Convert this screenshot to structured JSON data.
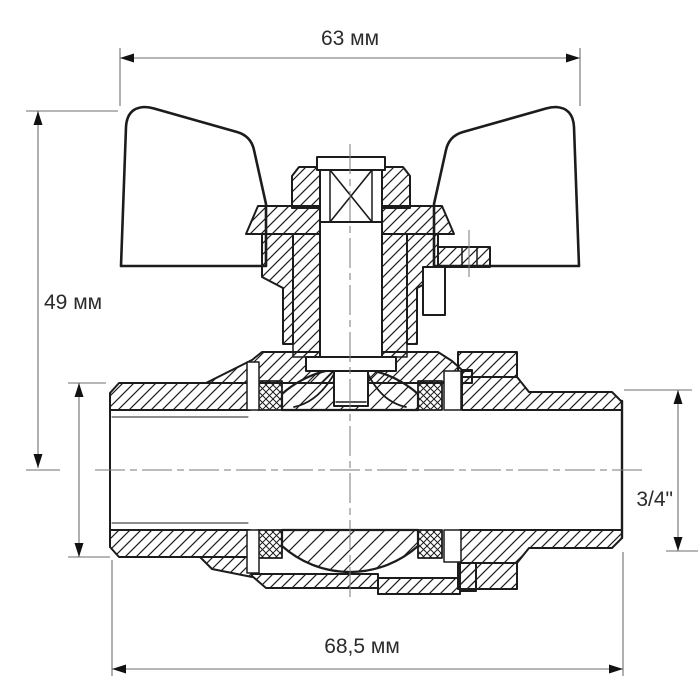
{
  "drawing": {
    "subject": "ball-valve-cross-section-technical-drawing",
    "dimensions": {
      "top_width": "63 мм",
      "left_height": "49 мм",
      "right_thread_size": "3/4\"",
      "bottom_length": "68,5 мм"
    },
    "colors": {
      "outline": "#1c1c1c",
      "hatch": "#1c1c1c",
      "dimension_line": "#6e6e6e",
      "text": "#2b2b2b",
      "background": "#ffffff"
    }
  }
}
